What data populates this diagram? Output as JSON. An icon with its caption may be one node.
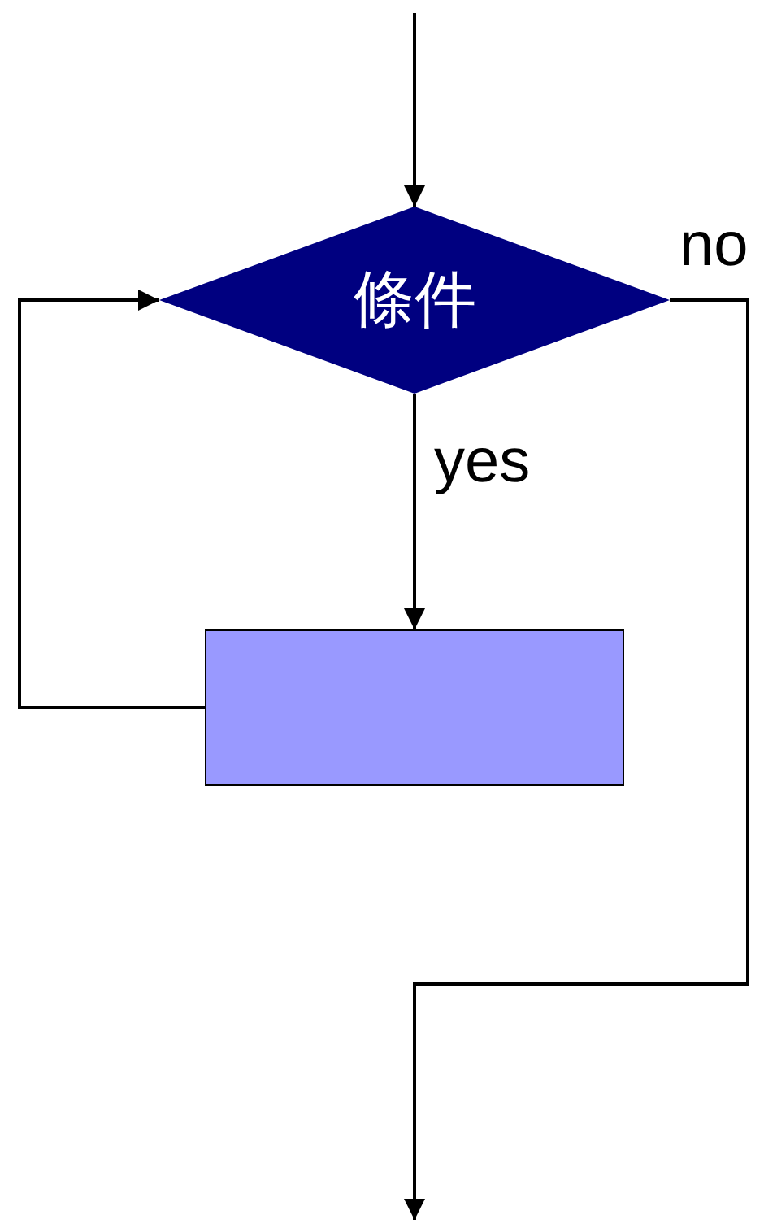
{
  "diagram": {
    "nodes": [
      {
        "text": [
          "條件"
        ]
      },
      {
        "text": [],
        "shape": "box"
      }
    ],
    "edges": [
      {
        "from": null,
        "to": 0,
        "arrow": "to"
      },
      {
        "from": 0,
        "to": 1,
        "label": "yes",
        "arrow": "to"
      },
      {
        "from": 1,
        "to": 0,
        "arrow": "to"
      },
      {
        "from": 0,
        "to": null,
        "label": "no",
        "arrow": "to"
      }
    ]
  }
}
